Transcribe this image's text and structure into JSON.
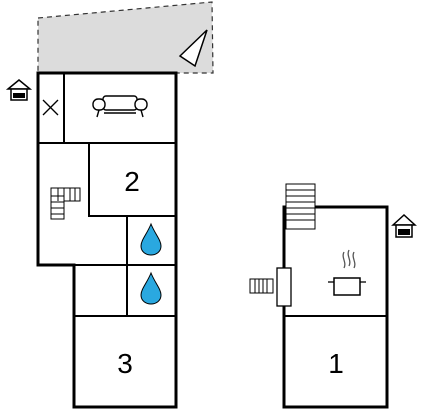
{
  "floorplan": {
    "rooms": [
      {
        "number": "2"
      },
      {
        "number": "3"
      },
      {
        "number": "1"
      }
    ],
    "icons": [
      "entrance-icon",
      "sofa-icon",
      "stairs-icon",
      "water-drop-icon",
      "cooking-pot-icon",
      "radiator-icon",
      "terrace-triangle-icon",
      "cross-icon"
    ],
    "colors": {
      "walls": "#000000",
      "terrace_fill": "#dcdcdc",
      "terrace_border": "#333333",
      "water_drop": "#2aa8e0"
    }
  }
}
